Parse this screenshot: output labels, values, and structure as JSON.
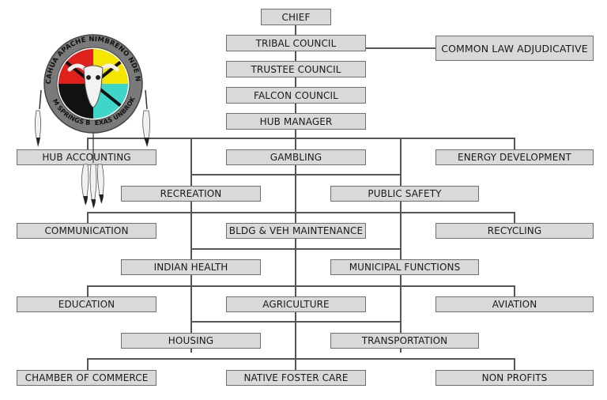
{
  "org_chart": {
    "boxes": {
      "chief": "CHIEF",
      "tribal_council": "TRIBAL COUNCIL",
      "common_law": "COMMON LAW ADJUDICATIVE",
      "trustee_council": "TRUSTEE COUNCIL",
      "falcon_council": "FALCON COUNCIL",
      "hub_manager": "HUB MANAGER",
      "hub_accounting": "HUB ACCOUNTING",
      "gambling": "GAMBLING",
      "energy_development": "ENERGY DEVELOPMENT",
      "recreation": "RECREATION",
      "public_safety": "PUBLIC SAFETY",
      "communication": "COMMUNICATION",
      "bldg_veh": "BLDG & VEH MAINTENANCE",
      "recycling": "RECYCLING",
      "indian_health": "INDIAN HEALTH",
      "municipal_functions": "MUNICIPAL FUNCTIONS",
      "education": "EDUCATION",
      "agriculture": "AGRICULTURE",
      "aviation": "AVIATION",
      "housing": "HOUSING",
      "transportation": "TRANSPORTATION",
      "chamber_of_commerce": "CHAMBER OF COMMERCE",
      "native_foster_care": "NATIVE FOSTER CARE",
      "non_profits": "NON PROFITS"
    }
  },
  "logo": {
    "text_top": "CHIRICAHUA APACHE NIMBRENO NDE NATION",
    "text_left": "WARM SPRINGS BAND",
    "text_right": "TEXAS UNBROKE",
    "colors": {
      "red": "#e0201b",
      "yellow": "#f5e500",
      "black": "#111111",
      "turquoise": "#3ed6c8",
      "ring": "#7a7a7a"
    }
  }
}
